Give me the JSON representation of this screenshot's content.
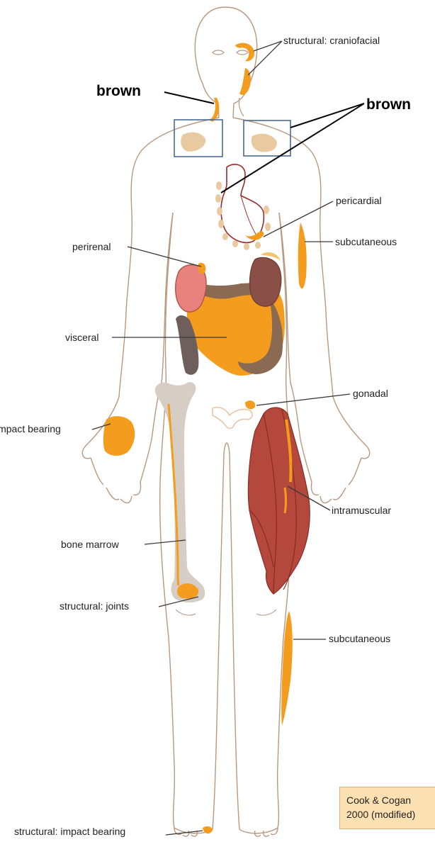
{
  "diagram": {
    "labels": {
      "brown_left": "brown",
      "brown_right": "brown",
      "craniofacial": "structural: craniofacial",
      "pericardial": "pericardial",
      "subcutaneous_arm": "subcutaneous",
      "perirenal": "perirenal",
      "visceral": "visceral",
      "gonadal": "gonadal",
      "impact_bearing_hand": "impact bearing",
      "intramuscular": "intramuscular",
      "bone_marrow": "bone marrow",
      "joints": "structural: joints",
      "subcutaneous_leg": "subcutaneous",
      "impact_bearing_foot": "structural: impact bearing"
    },
    "citation": {
      "line1": "Cook & Cogan",
      "line2": "2000 (modified)"
    },
    "colors": {
      "adipose_orange": "#f39c1e",
      "brown_fat_tan": "#e9c9a0",
      "muscle_red": "#b5483c",
      "kidney_pink": "#e8827c",
      "kidney_brown": "#8a5048",
      "bone_grey": "#d6cdc5",
      "body_outline": "#b89880",
      "callout_box_blue": "#4a6a96",
      "citation_box": "#fde1b3"
    }
  }
}
